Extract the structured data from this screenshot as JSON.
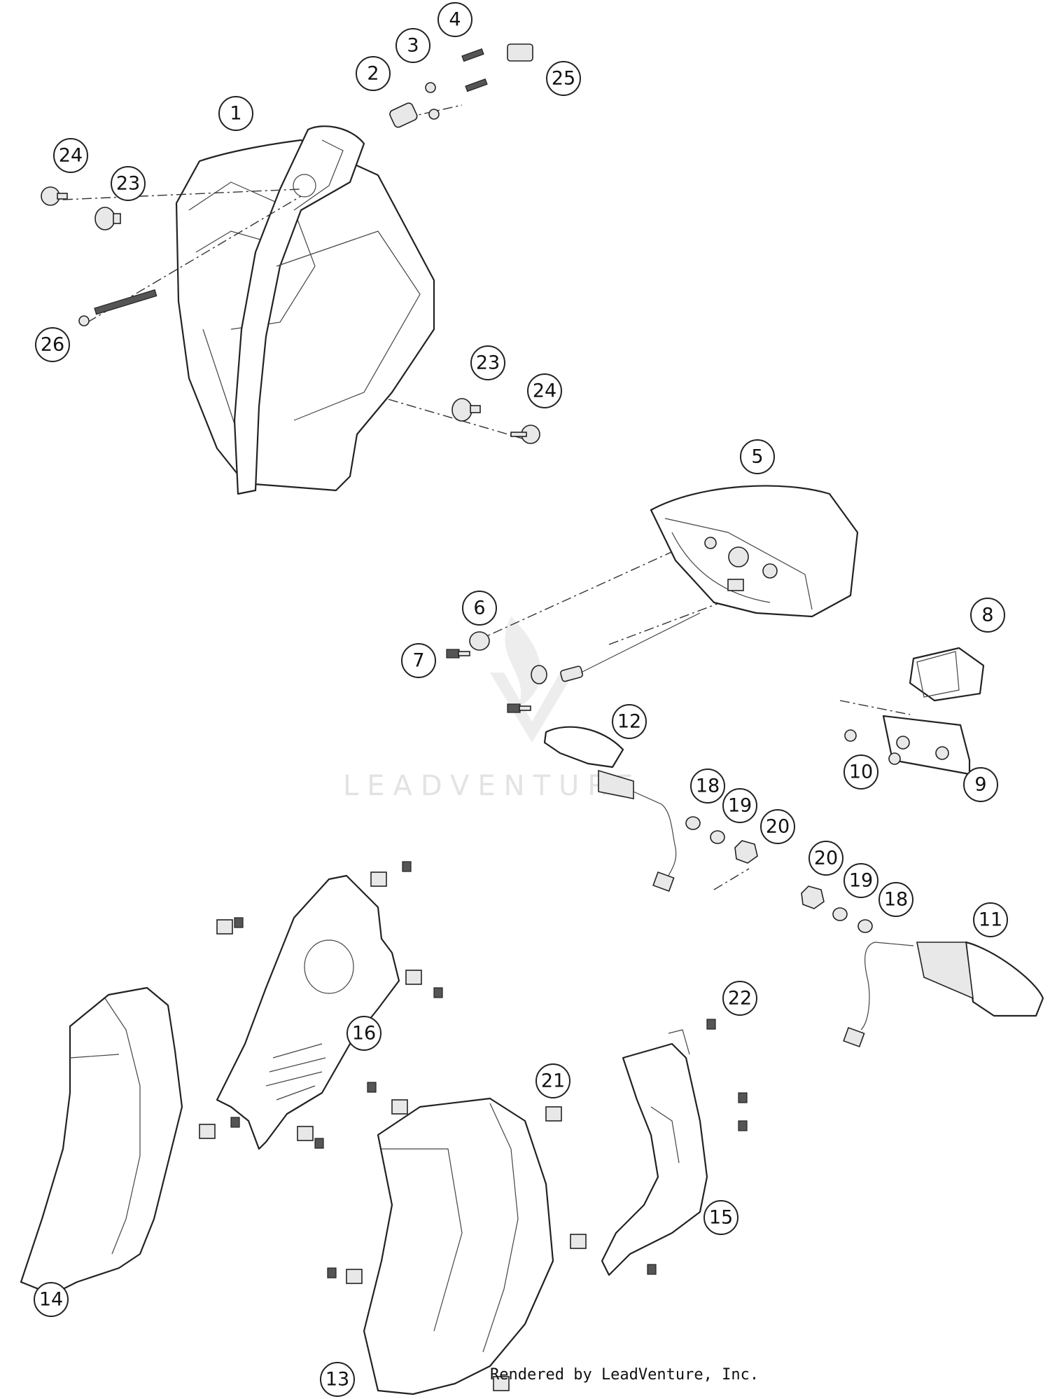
{
  "watermark": {
    "text": "LEADVENTURE"
  },
  "credit": "Rendered by LeadVenture, Inc.",
  "callouts": [
    {
      "id": "c1",
      "label": "1"
    },
    {
      "id": "c2",
      "label": "2"
    },
    {
      "id": "c3",
      "label": "3"
    },
    {
      "id": "c4",
      "label": "4"
    },
    {
      "id": "c25",
      "label": "25"
    },
    {
      "id": "c24a",
      "label": "24"
    },
    {
      "id": "c23a",
      "label": "23"
    },
    {
      "id": "c26",
      "label": "26"
    },
    {
      "id": "c23b",
      "label": "23"
    },
    {
      "id": "c24b",
      "label": "24"
    },
    {
      "id": "c5",
      "label": "5"
    },
    {
      "id": "c6",
      "label": "6"
    },
    {
      "id": "c7",
      "label": "7"
    },
    {
      "id": "c8",
      "label": "8"
    },
    {
      "id": "c12",
      "label": "12"
    },
    {
      "id": "c10",
      "label": "10"
    },
    {
      "id": "c9",
      "label": "9"
    },
    {
      "id": "c18a",
      "label": "18"
    },
    {
      "id": "c19a",
      "label": "19"
    },
    {
      "id": "c20a",
      "label": "20"
    },
    {
      "id": "c20b",
      "label": "20"
    },
    {
      "id": "c19b",
      "label": "19"
    },
    {
      "id": "c18b",
      "label": "18"
    },
    {
      "id": "c11",
      "label": "11"
    },
    {
      "id": "c16",
      "label": "16"
    },
    {
      "id": "c22",
      "label": "22"
    },
    {
      "id": "c21",
      "label": "21"
    },
    {
      "id": "c15",
      "label": "15"
    },
    {
      "id": "c14",
      "label": "14"
    },
    {
      "id": "c13",
      "label": "13"
    }
  ]
}
